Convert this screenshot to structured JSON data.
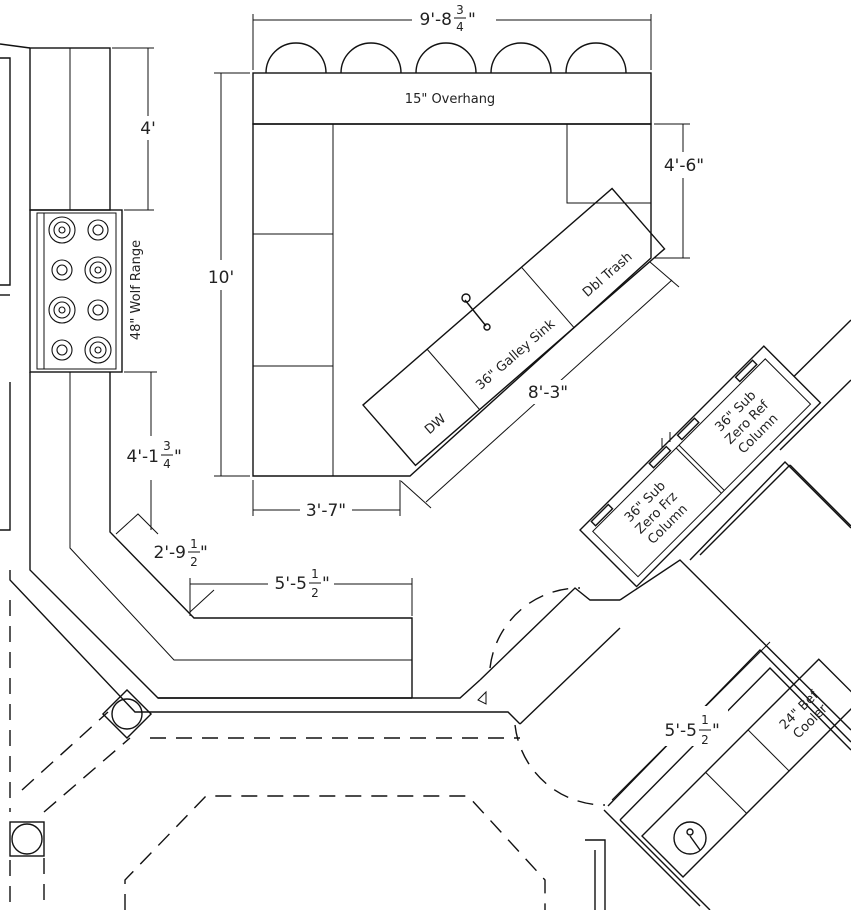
{
  "dimensions": {
    "island_width": {
      "whole": "9'-8",
      "num": "3",
      "den": "4",
      "tail": "\""
    },
    "island_height": "10'",
    "island_right": "4'-6\"",
    "island_bottom": "3'-7\"",
    "island_diagonal": "8'-3\"",
    "left_counter_top": "4'",
    "left_counter_mid": {
      "whole": "4'-1",
      "num": "3",
      "den": "4",
      "tail": "\""
    },
    "corner_angle": {
      "whole": "2'-9",
      "num": "1",
      "den": "2",
      "tail": "\""
    },
    "lower_run": {
      "whole": "5'-5",
      "num": "1",
      "den": "2",
      "tail": "\""
    },
    "bar_run": {
      "whole": "5'-5",
      "num": "1",
      "den": "2",
      "tail": "\""
    }
  },
  "labels": {
    "overhang": "15\" Overhang",
    "range": "48\" Wolf Range",
    "sink": "36\" Galley Sink",
    "trash": "Dbl Trash",
    "dw": "DW",
    "fridge_col": [
      "36\" Sub",
      "Zero Ref",
      "Column"
    ],
    "freezer_col": [
      "36\" Sub",
      "Zero Frz",
      "Column"
    ],
    "bev_cooler": [
      "24\" Bef",
      "Cooler"
    ]
  },
  "colors": {
    "line": "#111111",
    "background": "#ffffff"
  }
}
